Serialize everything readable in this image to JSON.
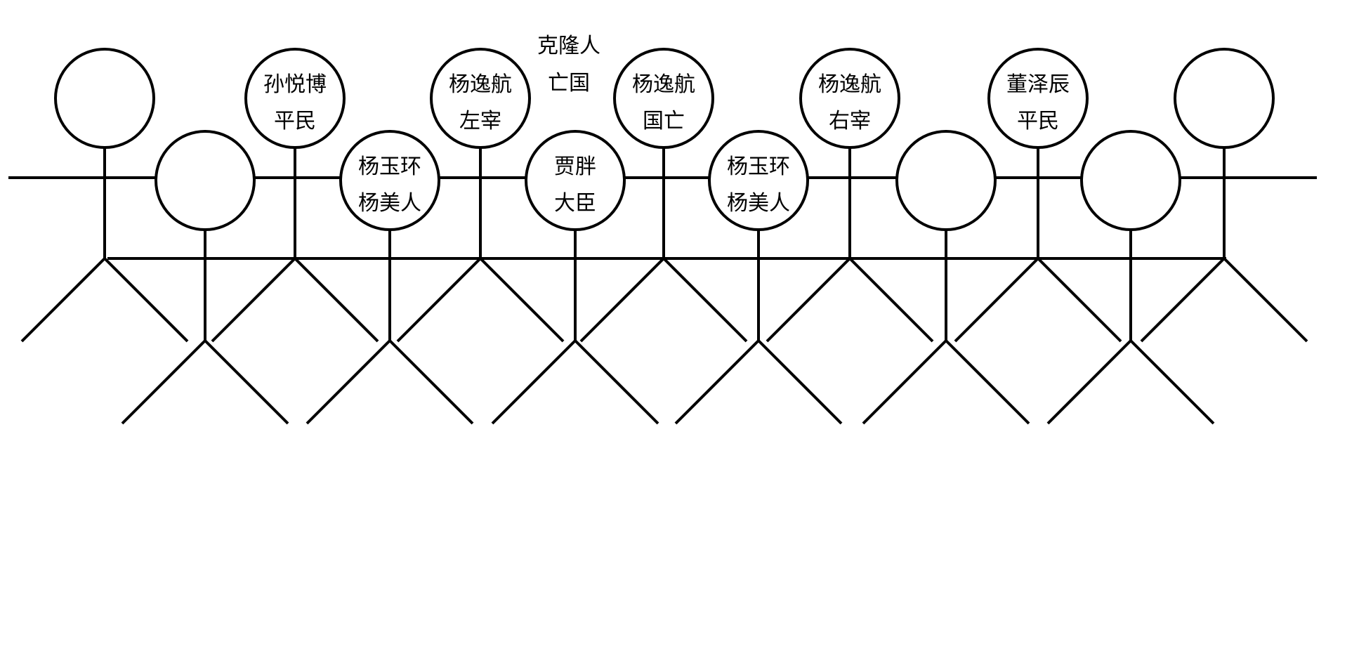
{
  "figures": [
    {
      "id": "f1",
      "row": "top",
      "labels": []
    },
    {
      "id": "f2",
      "row": "bottom",
      "labels": []
    },
    {
      "id": "f3",
      "row": "top",
      "labels": [
        "孙悦博",
        "平民"
      ]
    },
    {
      "id": "f4",
      "row": "bottom",
      "labels": [
        "杨玉环",
        "杨美人"
      ]
    },
    {
      "id": "f5",
      "row": "top",
      "labels": [
        "杨逸航",
        "左宰"
      ]
    },
    {
      "id": "f6",
      "row": "bottom",
      "labels": [
        "贾胖",
        "大臣"
      ]
    },
    {
      "id": "f7",
      "row": "top",
      "labels": [
        "杨逸航",
        "国亡"
      ]
    },
    {
      "id": "f8",
      "row": "bottom",
      "labels": [
        "杨玉环",
        "杨美人"
      ]
    },
    {
      "id": "f9",
      "row": "top",
      "labels": [
        "杨逸航",
        "右宰"
      ]
    },
    {
      "id": "f10",
      "row": "bottom",
      "labels": []
    },
    {
      "id": "f11",
      "row": "top",
      "labels": [
        "董泽辰",
        "平民"
      ]
    },
    {
      "id": "f12",
      "row": "bottom",
      "labels": []
    },
    {
      "id": "f13",
      "row": "top",
      "labels": []
    }
  ],
  "floating_labels": [
    "克隆人",
    "亡国"
  ]
}
